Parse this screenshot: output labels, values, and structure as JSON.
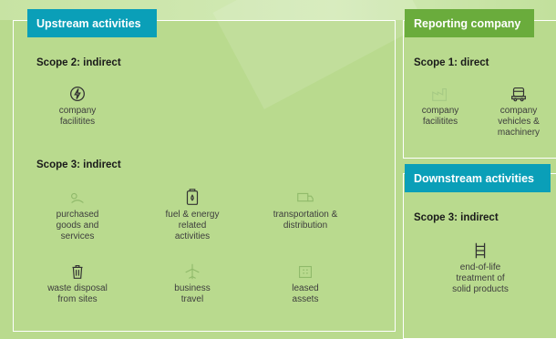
{
  "upstream": {
    "title": "Upstream activities",
    "scope2": {
      "heading": "Scope 2: indirect",
      "items": [
        {
          "label": "company\nfacilitites",
          "icon": "energy-icon"
        }
      ]
    },
    "scope3": {
      "heading": "Scope 3: indirect",
      "items": [
        {
          "label": "purchased\ngoods and\nservices",
          "icon": "goods-icon"
        },
        {
          "label": "fuel & energy\nrelated\nactivities",
          "icon": "fuel-can-icon"
        },
        {
          "label": "transportation &\ndistribution",
          "icon": "truck-icon"
        },
        {
          "label": "waste disposal\nfrom sites",
          "icon": "trash-icon"
        },
        {
          "label": "business\ntravel",
          "icon": "airplane-icon"
        },
        {
          "label": "leased\nassets",
          "icon": "building-icon"
        }
      ]
    }
  },
  "reporting": {
    "title": "Reporting company",
    "scope1": {
      "heading": "Scope 1: direct",
      "items": [
        {
          "label": "company\nfacilitites",
          "icon": "factory-icon"
        },
        {
          "label": "company\nvehicles &\nmachinery",
          "icon": "vehicle-icon"
        }
      ]
    }
  },
  "downstream": {
    "title": "Downstream activities",
    "scope3": {
      "heading": "Scope 3: indirect",
      "items": [
        {
          "label": "end-of-life\ntreatment of\nsolid products",
          "icon": "rack-icon"
        }
      ]
    }
  },
  "colors": {
    "background": "#b9da8e",
    "upstream_header": "#0a9fb8",
    "reporting_header": "#6aac3c",
    "downstream_header": "#0a9fb8",
    "frame": "#ffffff"
  }
}
